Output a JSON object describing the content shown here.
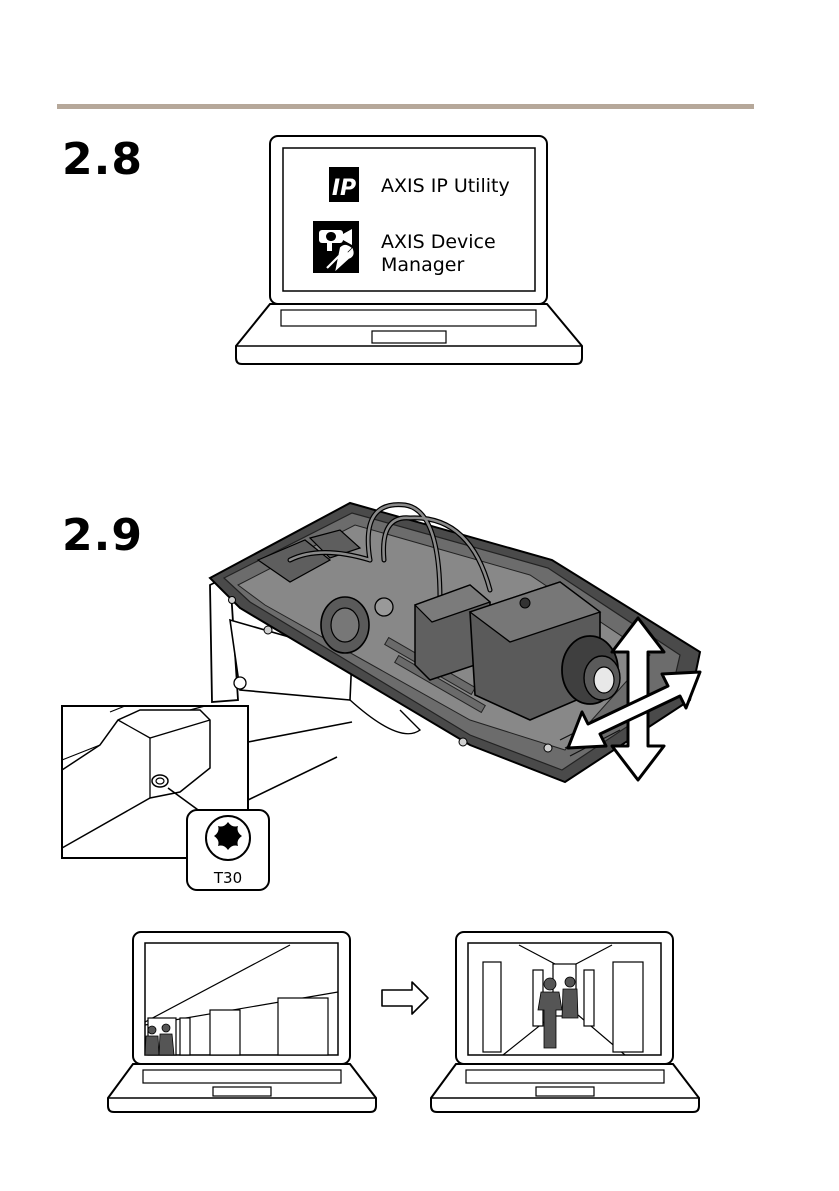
{
  "steps": [
    {
      "number": "2.8"
    },
    {
      "number": "2.9"
    }
  ],
  "apps": {
    "ip_utility": {
      "icon": "IP",
      "label": "AXIS IP Utility"
    },
    "device_manager": {
      "label_line1": "AXIS Device",
      "label_line2": "Manager"
    }
  },
  "tool": {
    "label": "T30"
  },
  "colors": {
    "rule": "#b6a89a",
    "ink": "#000000",
    "housing": "#4a4a4a",
    "panel": "#7a7a7a"
  }
}
